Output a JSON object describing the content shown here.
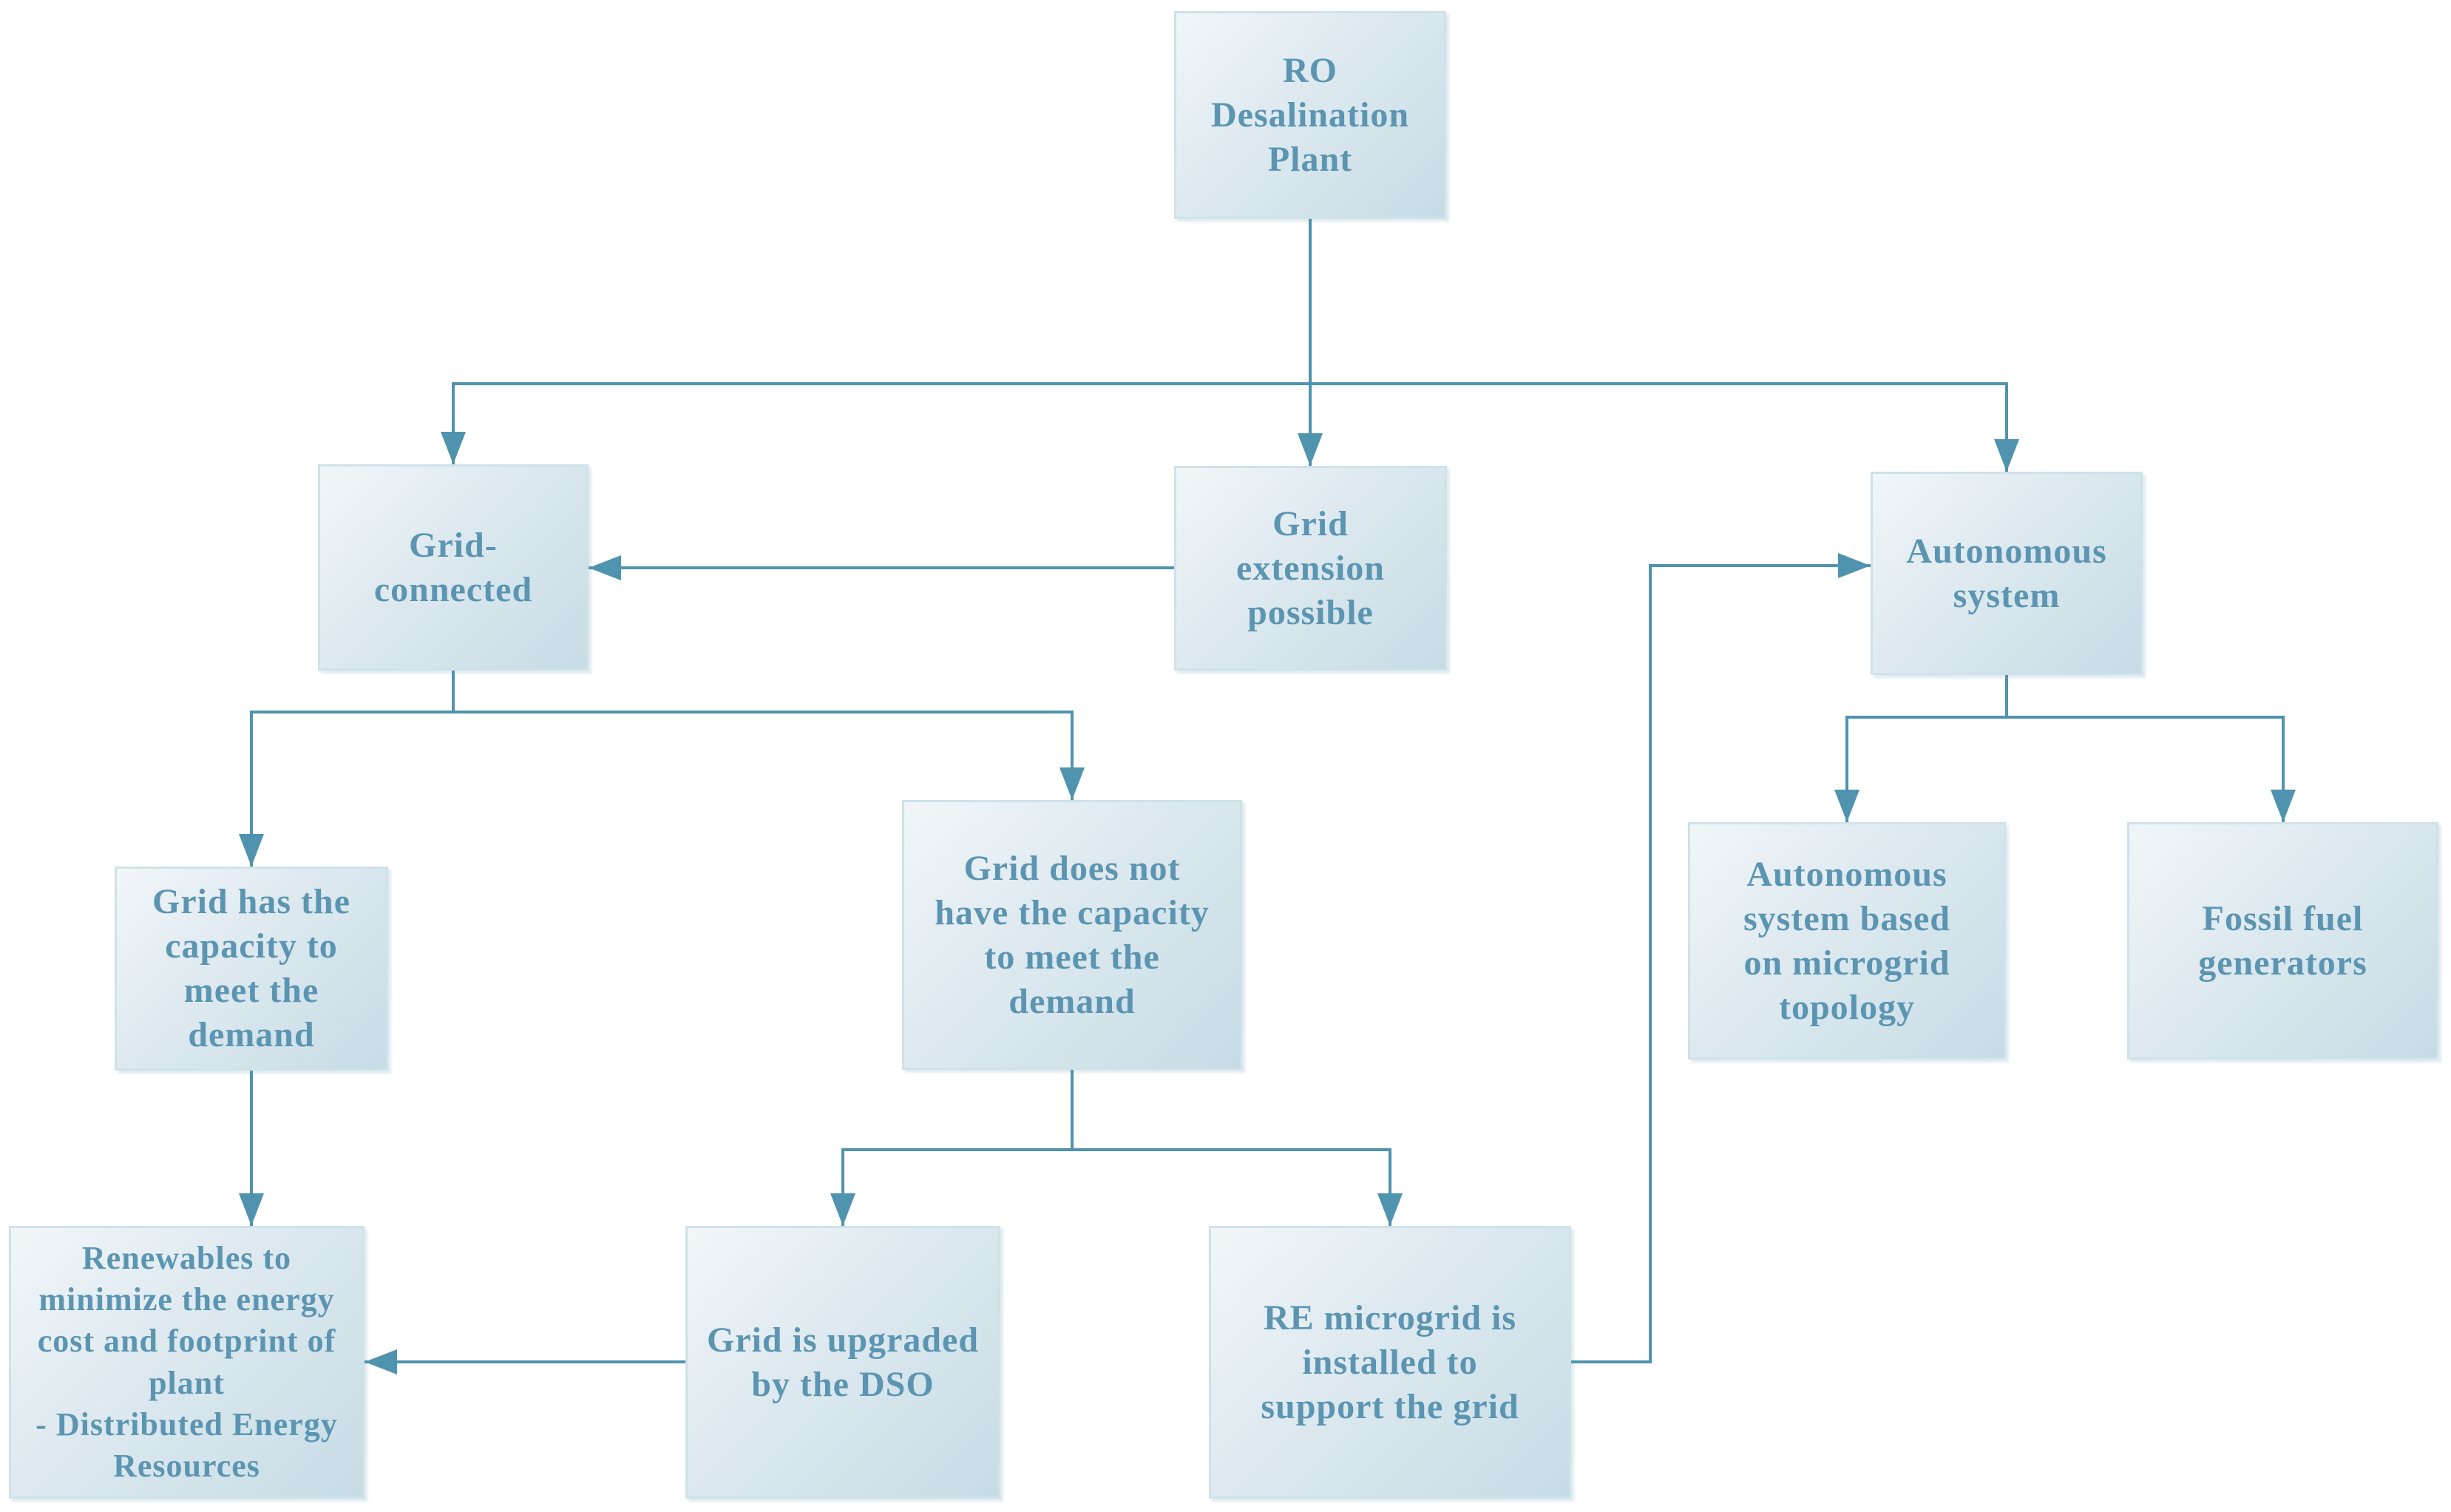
{
  "diagram": {
    "title": "RO desalination plant power-supply decision flowchart",
    "colors": {
      "line": "#4f93ae",
      "text": "#5b95b2",
      "box_fill_light": "#f1f6f8",
      "box_fill_dark": "#c6dce5",
      "box_border": "#cfe2ea",
      "background": "#ffffff"
    },
    "nodes": [
      {
        "id": "ro",
        "label": "RO\nDesalination\nPlant"
      },
      {
        "id": "grid_connected",
        "label": "Grid-\nconnected"
      },
      {
        "id": "grid_extension",
        "label": "Grid\nextension\npossible"
      },
      {
        "id": "autonomous",
        "label": "Autonomous\nsystem"
      },
      {
        "id": "grid_has_capacity",
        "label": "Grid has the\ncapacity to\nmeet the\ndemand"
      },
      {
        "id": "grid_no_capacity",
        "label": "Grid does not\nhave the capacity\nto meet the\ndemand"
      },
      {
        "id": "auto_microgrid",
        "label": "Autonomous\nsystem based\non microgrid\ntopology"
      },
      {
        "id": "fossil",
        "label": "Fossil fuel\ngenerators"
      },
      {
        "id": "renewables",
        "label": "Renewables to\nminimize the energy\ncost and footprint of\nplant\n- Distributed Energy\nResources"
      },
      {
        "id": "grid_upgraded",
        "label": "Grid is upgraded\nby the DSO"
      },
      {
        "id": "re_microgrid",
        "label": "RE microgrid is\ninstalled to\nsupport the grid"
      }
    ],
    "edges": [
      {
        "from": "ro",
        "to": "grid_connected"
      },
      {
        "from": "ro",
        "to": "grid_extension"
      },
      {
        "from": "ro",
        "to": "autonomous"
      },
      {
        "from": "grid_extension",
        "to": "grid_connected"
      },
      {
        "from": "grid_connected",
        "to": "grid_has_capacity"
      },
      {
        "from": "grid_connected",
        "to": "grid_no_capacity"
      },
      {
        "from": "grid_has_capacity",
        "to": "renewables"
      },
      {
        "from": "grid_no_capacity",
        "to": "grid_upgraded"
      },
      {
        "from": "grid_no_capacity",
        "to": "re_microgrid"
      },
      {
        "from": "grid_upgraded",
        "to": "renewables"
      },
      {
        "from": "re_microgrid",
        "to": "autonomous"
      },
      {
        "from": "autonomous",
        "to": "auto_microgrid"
      },
      {
        "from": "autonomous",
        "to": "fossil"
      }
    ]
  }
}
